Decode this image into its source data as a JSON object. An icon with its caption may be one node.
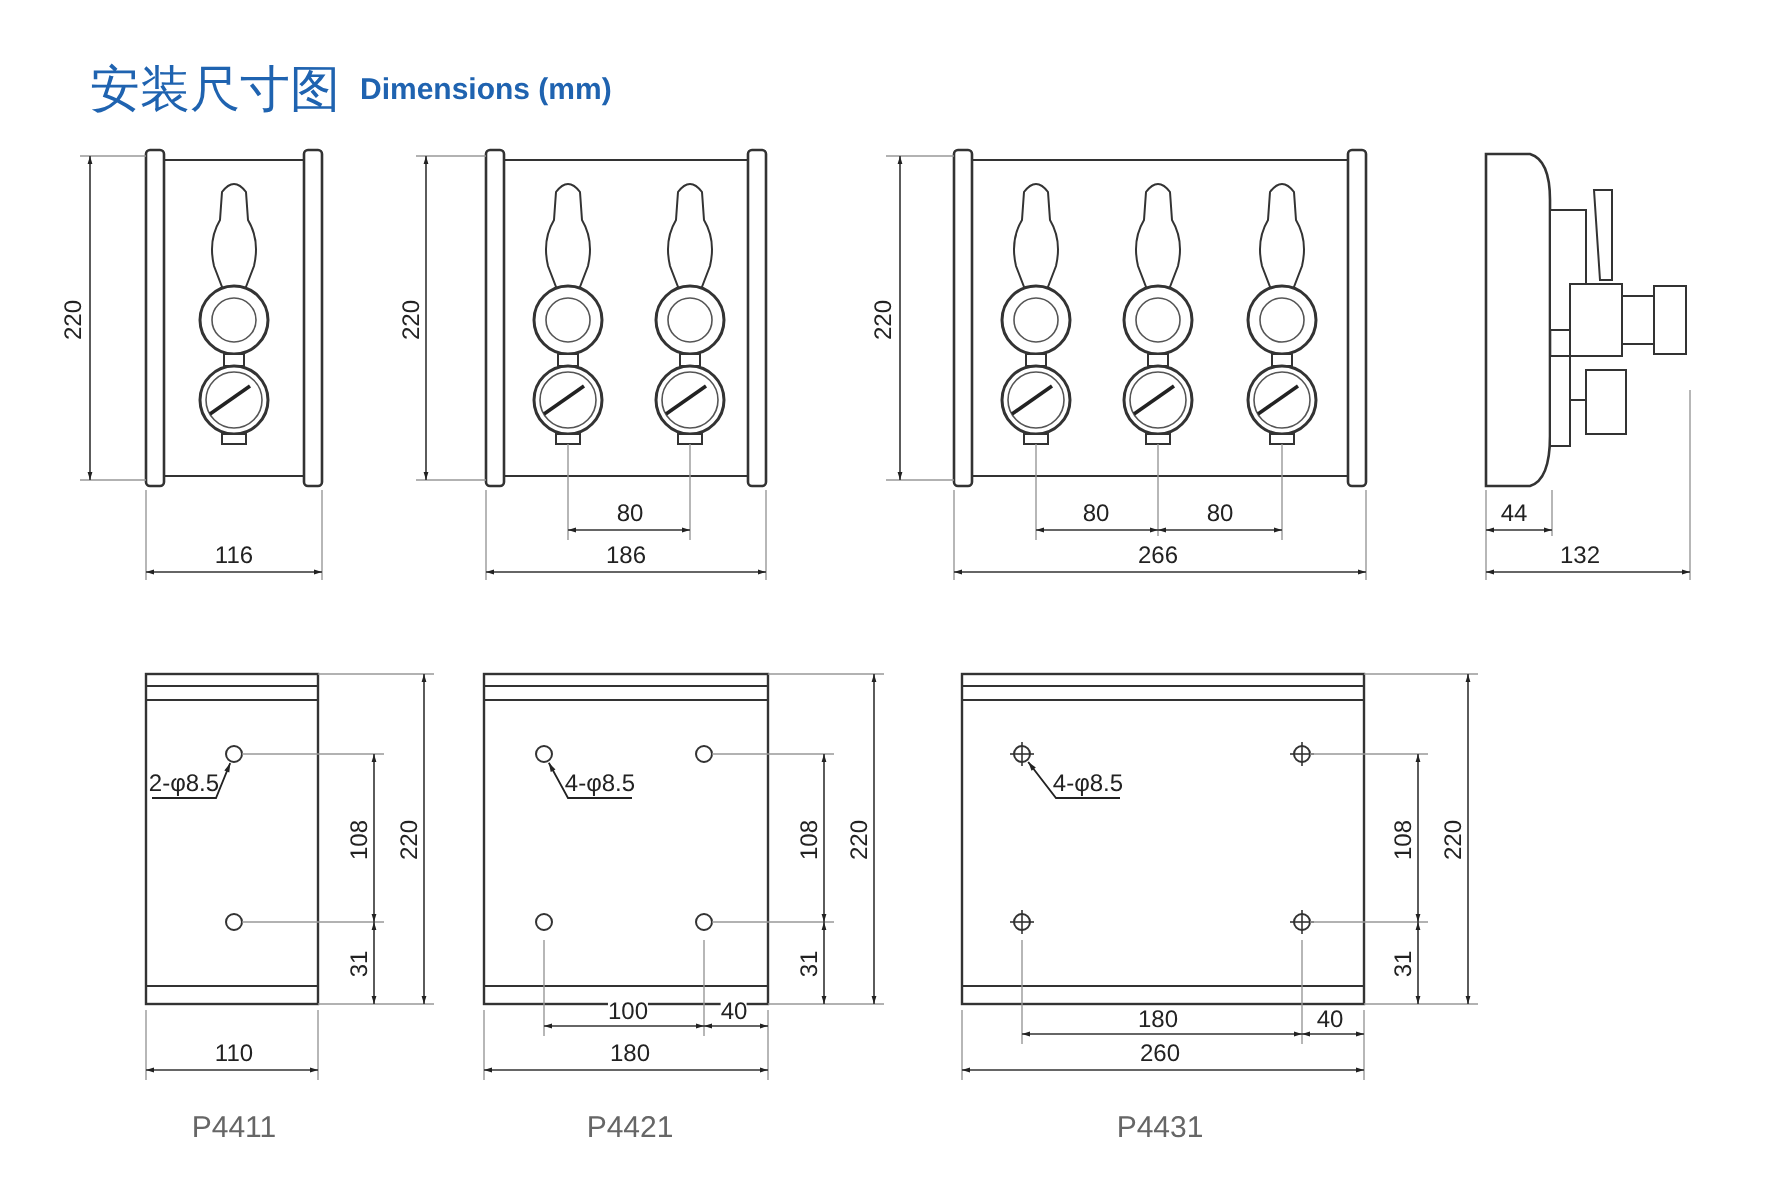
{
  "diagram": {
    "title": "安装尺寸图",
    "nodes": [
      {
        "text": [
          "2-φ8.5"
        ]
      },
      {
        "text": [],
        "shape": "circle"
      },
      {
        "text": [
          "4-φ8.5"
        ]
      },
      {
        "text": [],
        "shape": "circle"
      },
      {
        "text": [
          "4-φ8.5"
        ]
      },
      {
        "text": [],
        "shape": "circle"
      }
    ],
    "edges": [
      {
        "from": 0,
        "to": 1,
        "arrow": "to"
      },
      {
        "from": 2,
        "to": 3,
        "arrow": "to"
      },
      {
        "from": 4,
        "to": 5,
        "arrow": "to"
      }
    ],
    "labels": [
      "Dimensions (mm)",
      "220",
      "116",
      "220",
      "80",
      "186",
      "220",
      "80",
      "80",
      "266",
      "44",
      "132",
      "108",
      "220",
      "31",
      "110",
      "108",
      "220",
      "31",
      "100",
      "40",
      "180",
      "108",
      "220",
      "31",
      "180",
      "40",
      "260",
      "P4411",
      "P4421",
      "P4431"
    ]
  }
}
